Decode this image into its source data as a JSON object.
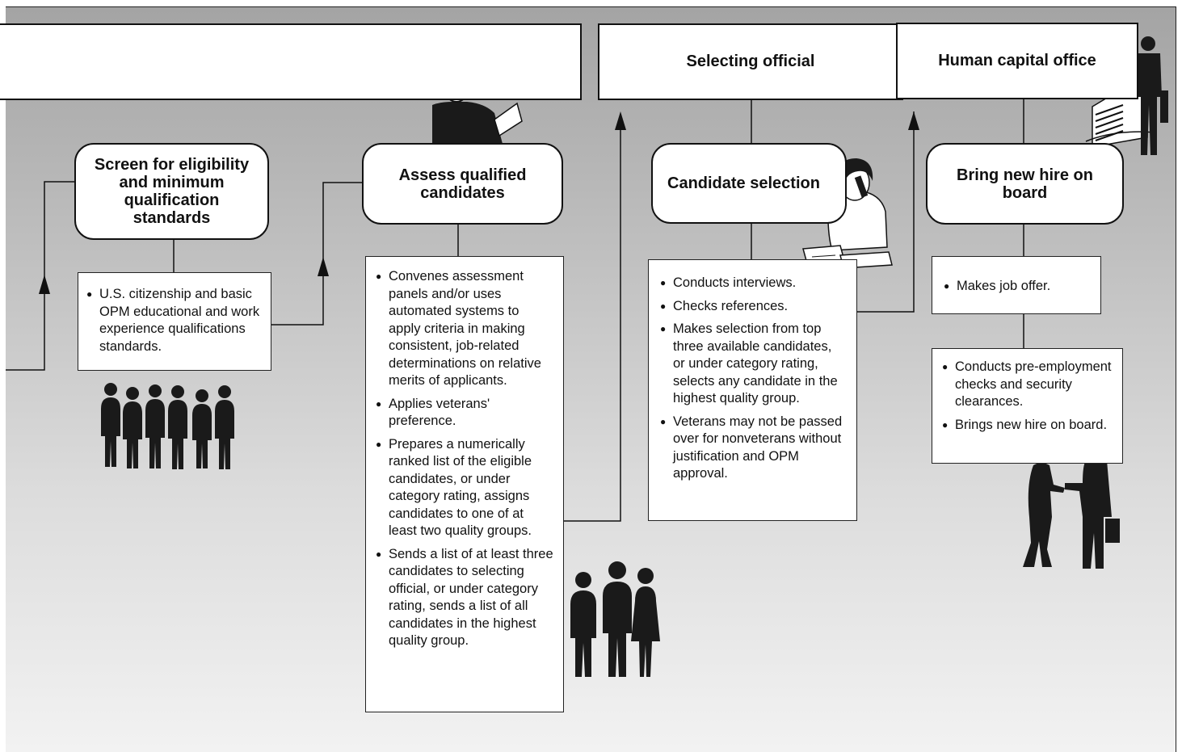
{
  "header_boxes": {
    "left": "",
    "selecting_official": "Selecting official",
    "human_capital_office": "Human capital office"
  },
  "stages": {
    "screen": "Screen for eligibility and minimum qualification standards",
    "assess": "Assess qualified candidates",
    "selection": "Candidate selection",
    "onboard": "Bring new hire on board"
  },
  "details": {
    "screen": [
      "U.S. citizenship and basic OPM educational and work experience qualifications standards."
    ],
    "assess": [
      "Convenes assessment panels and/or uses automated systems to apply criteria in making consistent, job-related determinations on relative merits of applicants.",
      "Applies veterans' preference.",
      "Prepares a numerically ranked list of the eligible candidates, or under category rating, assigns candidates to one of at least two quality groups.",
      "Sends a list of at least three candidates to selecting official, or under category rating, sends a list of all candidates in the highest quality group."
    ],
    "selection": [
      "Conducts interviews.",
      "Checks references.",
      "Makes selection from top three available candidates, or under category rating, selects any candidate in the highest quality group.",
      "Veterans may not be passed over for nonveterans without justification and OPM approval."
    ],
    "offer": [
      "Makes job offer."
    ],
    "checks": [
      "Conducts pre-employment checks and security clearances.",
      "Brings new hire on board."
    ]
  },
  "colors": {
    "line": "#111111",
    "silhouette": "#1a1a1a"
  },
  "icons": [
    "woman-reading-document-icon",
    "woman-on-phone-icon",
    "businessman-building-icon",
    "group-of-six-people-icon",
    "group-of-three-people-icon",
    "handshake-icon"
  ]
}
